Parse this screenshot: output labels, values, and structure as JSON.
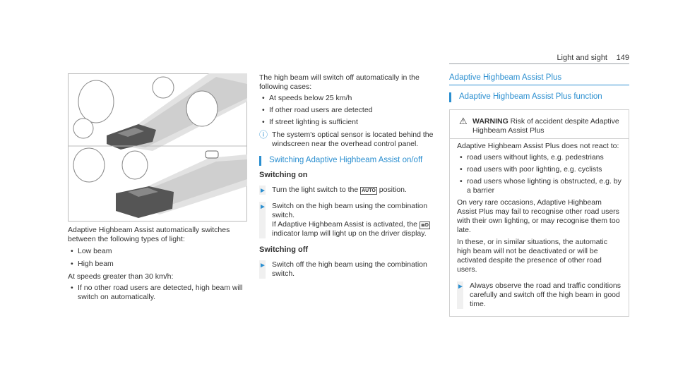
{
  "header": {
    "section": "Light and sight",
    "page": "149"
  },
  "figure": {
    "alt": ""
  },
  "col1": {
    "intro": "Adaptive Highbeam Assist automatically switches between the following types of light:",
    "types": [
      "Low beam",
      "High beam"
    ],
    "speed_text": "At speeds greater than 30 km/h:",
    "speed_items": [
      "If no other road users are detected, high beam will switch on automatically."
    ]
  },
  "col2": {
    "intro": "The high beam will switch off automatically in the following cases:",
    "cases": [
      "At speeds below 25 km/h",
      "If other road users are detected",
      "If street lighting is sufficient"
    ],
    "note": "The system's optical sensor is located behind the windscreen near the overhead control panel.",
    "subsection_title": "Switching Adaptive Highbeam Assist on/off",
    "switching_on_heading": "Switching on",
    "step_on_1_before": "Turn the light switch to the",
    "step_on_1_key": "AUTO",
    "step_on_1_after": "position.",
    "step_on_2_a": "Switch on the high beam using the combination switch.",
    "step_on_2_b_before": "If Adaptive Highbeam Assist is activated, the",
    "step_on_2_b_after": "indicator lamp will light up on the driver display.",
    "switching_off_heading": "Switching off",
    "step_off_1": "Switch off the high beam using the combination switch."
  },
  "col3": {
    "section_title": "Adaptive Highbeam Assist Plus",
    "subsection_title": "Adaptive Highbeam Assist Plus function",
    "warning_word": "WARNING",
    "warning_text": "Risk of accident despite Adaptive Highbeam Assist Plus",
    "p1": "Adaptive Highbeam Assist Plus does not react to:",
    "items": [
      "road users without lights, e.g. pedestrians",
      "road users with poor lighting, e.g. cyclists",
      "road users whose lighting is obstructed, e.g. by a barrier"
    ],
    "p2": "On very rare occasions, Adaptive Highbeam Assist Plus may fail to recognise other road users with their own lighting, or may recognise them too late.",
    "p3": "In these, or in similar situations, the automatic high beam will not be deactivated or will be activated despite the presence of other road users.",
    "step": "Always observe the road and traffic conditions carefully and switch off the high beam in good time."
  },
  "colors": {
    "accent": "#2b8fd0",
    "text": "#333333"
  }
}
